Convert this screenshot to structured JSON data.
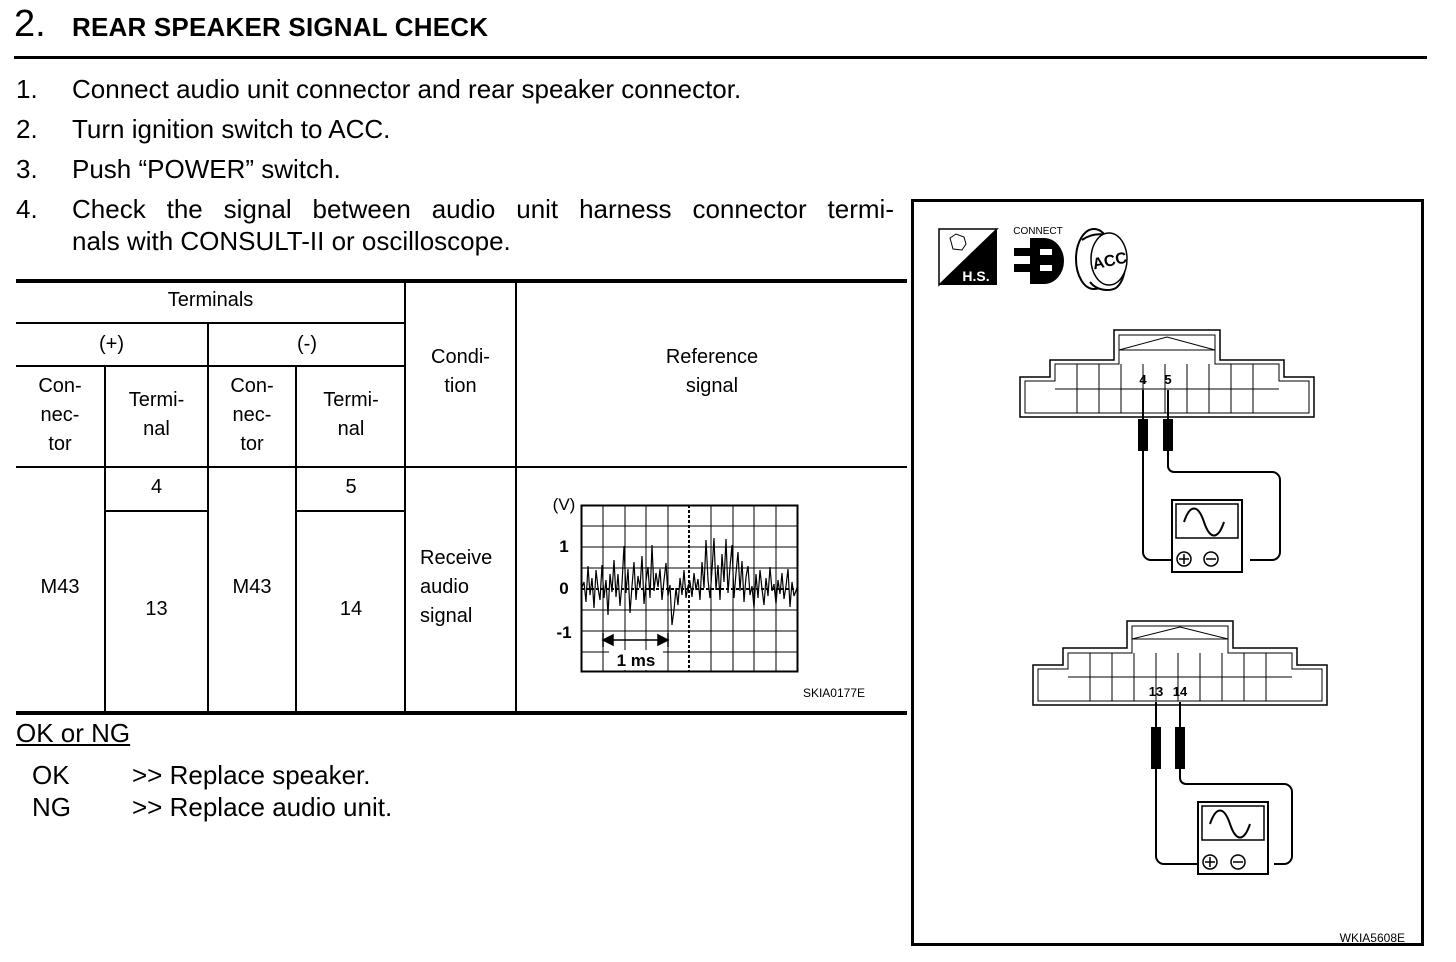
{
  "section": {
    "number": "2.",
    "title": "REAR SPEAKER SIGNAL CHECK"
  },
  "instructions": [
    {
      "num": "1.",
      "text": "Connect audio unit connector and rear speaker connector."
    },
    {
      "num": "2.",
      "text": "Turn ignition switch to ACC."
    },
    {
      "num": "3.",
      "text": "Push “POWER” switch."
    },
    {
      "num": "4.",
      "text": "Check the signal between audio unit harness connector termi-",
      "text2": "nals with CONSULT-II or oscilloscope."
    }
  ],
  "table": {
    "headers": {
      "terminals": "Terminals",
      "plus": "(+)",
      "minus": "(-)",
      "connector": [
        "Con-",
        "nec-",
        "tor"
      ],
      "terminal": [
        "Termi-",
        "nal"
      ],
      "condition": [
        "Condi-",
        "tion"
      ],
      "reference": [
        "Reference",
        "signal"
      ]
    },
    "row": {
      "plus_connector": "M43",
      "plus_terminals": [
        "4",
        "13"
      ],
      "minus_connector": "M43",
      "minus_terminals": [
        "5",
        "14"
      ],
      "condition": [
        "Receive",
        "audio",
        "signal"
      ],
      "figure_code": "SKIA0177E"
    }
  },
  "waveform": {
    "unit_label": "(V)",
    "y_tick_labels": [
      "1",
      "0",
      "-1"
    ],
    "time_label": "1 ms"
  },
  "result": {
    "heading": "OK or NG",
    "items": [
      {
        "label": "OK",
        "text": ">> Replace speaker."
      },
      {
        "label": "NG",
        "text": ">> Replace audio unit."
      }
    ]
  },
  "diagram": {
    "icons": {
      "hs": "H.S.",
      "connect": "CONNECT",
      "acc": "ACC"
    },
    "upper_pins": [
      "4",
      "5"
    ],
    "lower_pins": [
      "13",
      "14"
    ],
    "figure_code": "WKIA5608E"
  }
}
